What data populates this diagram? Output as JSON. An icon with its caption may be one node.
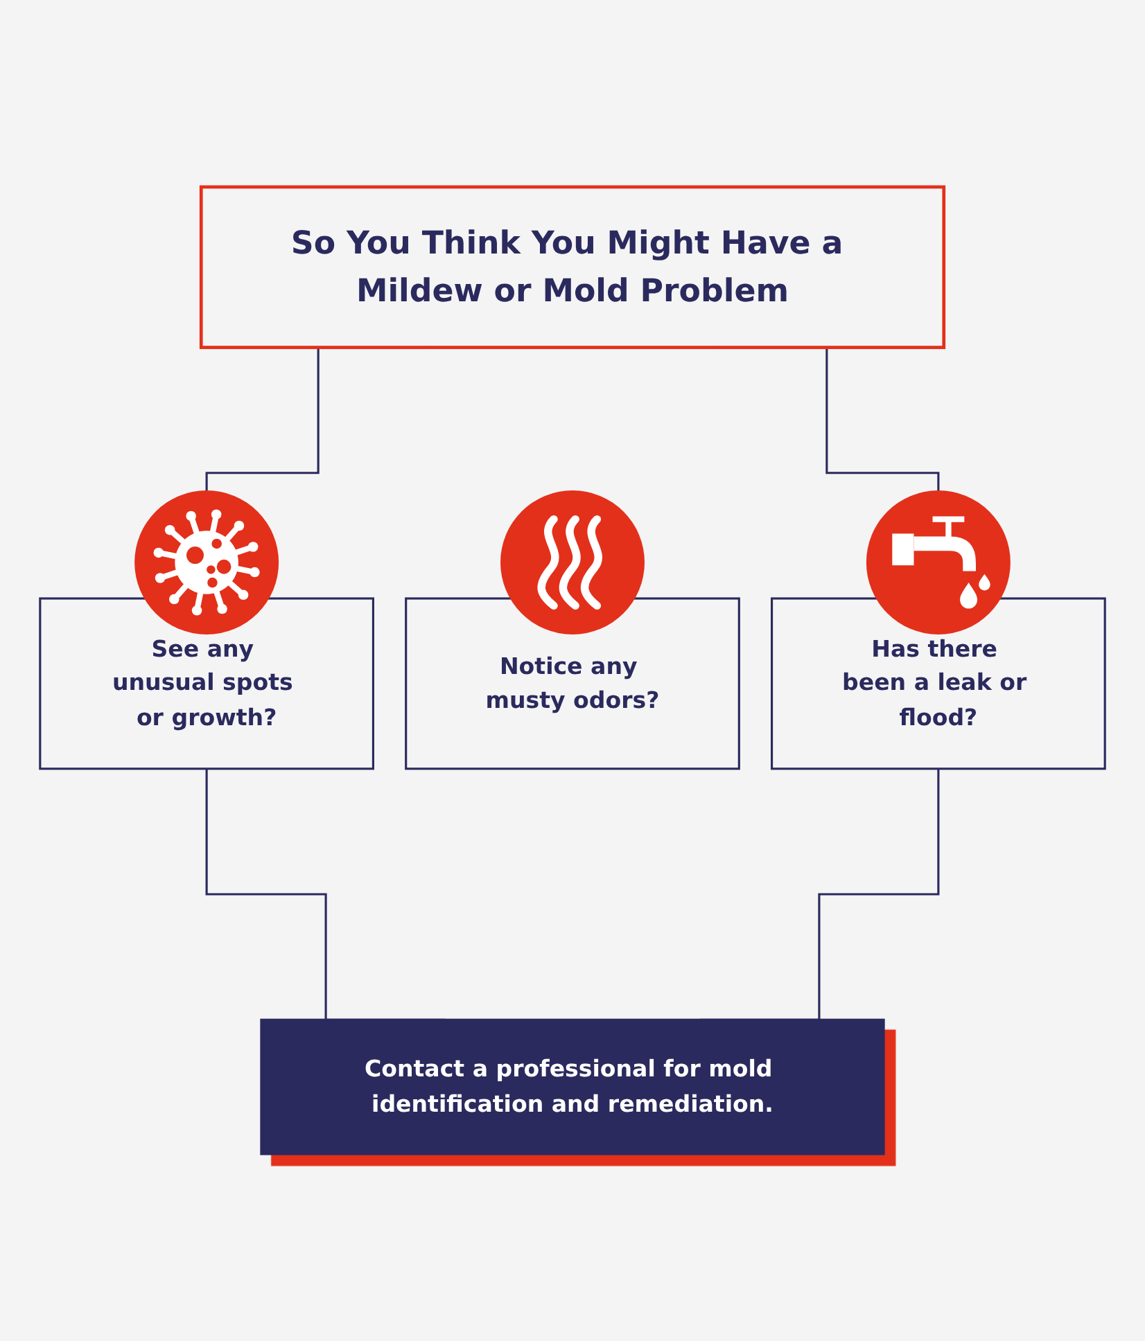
{
  "diagram": {
    "nodes": [
      {
        "text": [
          "So You Think You Might Have a Mildew or Mold Problem"
        ]
      },
      {
        "text": [
          "See any unusual spots or growth?"
        ]
      },
      {
        "text": [
          "Notice any musty odors?"
        ]
      },
      {
        "text": [
          "Has there been a leak or flood?"
        ]
      },
      {
        "text": [
          "Contact a professional for mold identification and remediation."
        ]
      }
    ],
    "edges": [
      {
        "from": 0,
        "to": 1,
        "arrow": "none"
      },
      {
        "from": 0,
        "to": 3,
        "arrow": "none"
      },
      {
        "from": 1,
        "to": 4,
        "arrow": "none"
      },
      {
        "from": 3,
        "to": 4,
        "arrow": "none"
      }
    ]
  }
}
